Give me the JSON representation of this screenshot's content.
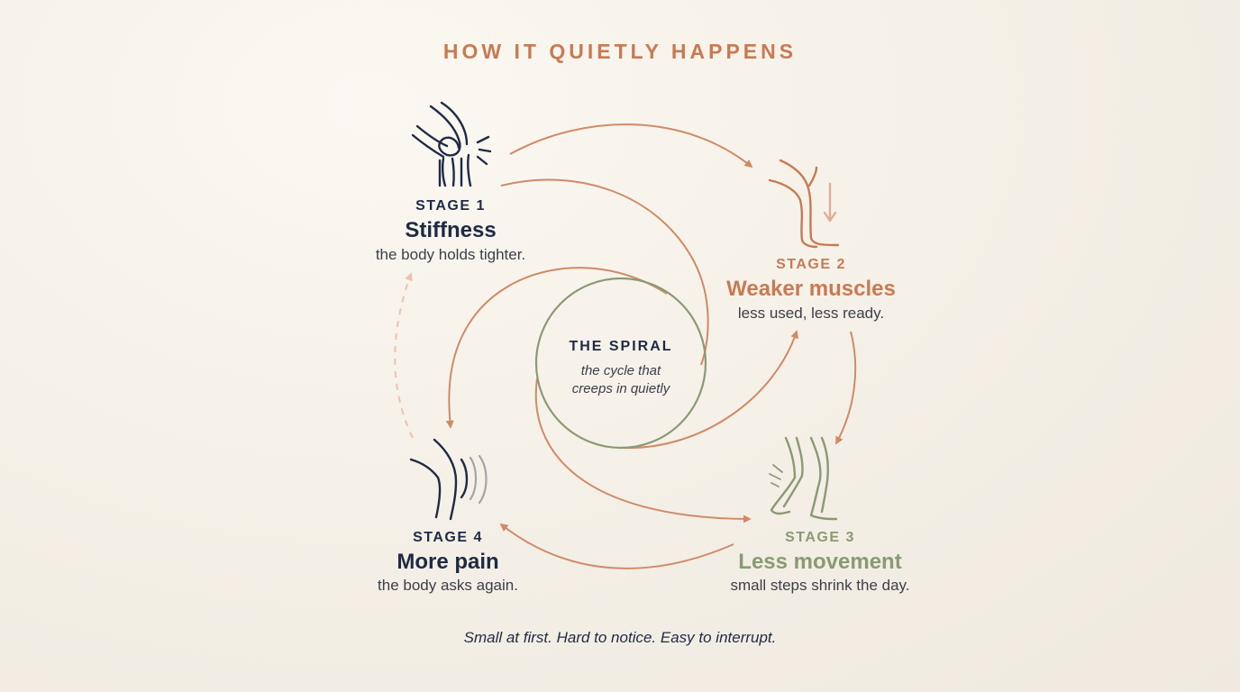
{
  "title": "HOW IT QUIETLY HAPPENS",
  "colors": {
    "navy": "#1f2a44",
    "terracotta": "#c87a52",
    "sage": "#8a9a72",
    "gray": "#a5a3a8",
    "text": "#3b3f4a"
  },
  "stages": [
    {
      "label": "STAGE 1",
      "name": "Stiffness",
      "description": "the body holds tighter.",
      "icon": "knee-joint-icon",
      "color": "#1f2a44"
    },
    {
      "label": "STAGE 2",
      "name": "Weaker muscles",
      "description": "less used, less ready.",
      "icon": "leg-icon",
      "color": "#c87a52"
    },
    {
      "label": "STAGE 3",
      "name": "Less movement",
      "description": "small steps shrink the day.",
      "icon": "walking-legs-icon",
      "color": "#8a9a72"
    },
    {
      "label": "STAGE 4",
      "name": "More pain",
      "description": "the body asks again.",
      "icon": "painful-knee-icon",
      "color": "#1f2a44"
    }
  ],
  "center": {
    "label": "THE SPIRAL",
    "description_line1": "the cycle that",
    "description_line2": "creeps in quietly"
  },
  "footer": "Small at first. Hard to notice. Easy to interrupt."
}
